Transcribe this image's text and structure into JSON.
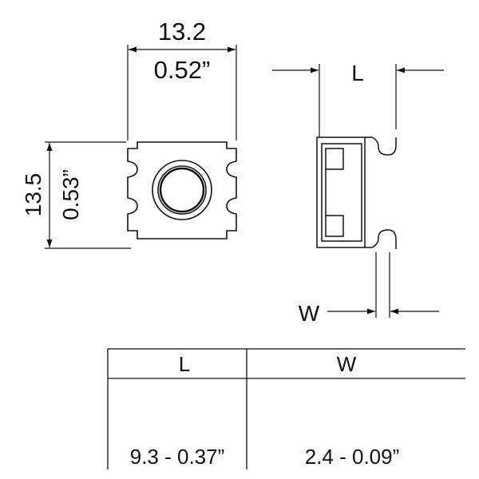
{
  "front_view": {
    "width_mm": "13.2",
    "width_in": "0.52”",
    "height_mm": "13.5",
    "height_in": "0.53”"
  },
  "side_view": {
    "length_label": "L",
    "width_label": "W"
  },
  "size_table": {
    "headers": [
      "L",
      "W"
    ],
    "rows": [
      [
        "9.3 - 0.37”",
        "2.4 - 0.09”"
      ]
    ]
  }
}
